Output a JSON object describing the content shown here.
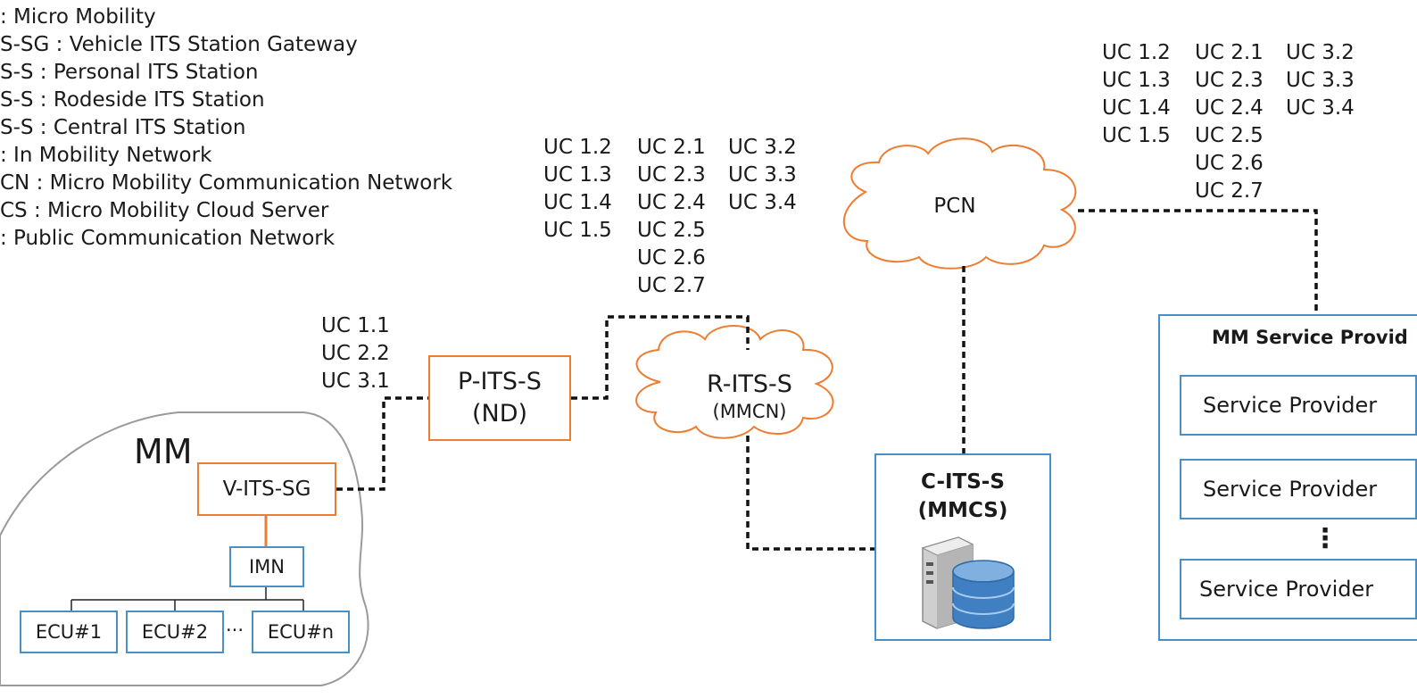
{
  "legend": [
    ": Micro Mobility",
    "S-SG : Vehicle ITS Station Gateway",
    "S-S : Personal ITS Station",
    "S-S : Rodeside ITS Station",
    "S-S : Central ITS Station",
    ": In Mobility Network",
    "CN : Micro Mobility Communication Network",
    "CS : Micro Mobility Cloud Server",
    ": Public Communication Network"
  ],
  "uc_groups": {
    "rsu": {
      "col1": "UC 1.2\nUC 1.3\nUC 1.4\nUC 1.5",
      "col2": "UC 2.1\nUC 2.3\nUC 2.4\nUC 2.5\nUC 2.6\nUC 2.7",
      "col3": "UC 3.2\nUC 3.3\nUC 3.4"
    },
    "pcn": {
      "col1": "UC 1.2\nUC 1.3\nUC 1.4\nUC 1.5",
      "col2": "UC 2.1\nUC 2.3\nUC 2.4\nUC 2.5\nUC 2.6\nUC 2.7",
      "col3": "UC 3.2\nUC 3.3\nUC 3.4"
    },
    "pits": "UC 1.1\nUC 2.2\nUC 3.1"
  },
  "nodes": {
    "mm_label": "MM",
    "v_its_sg": "V-ITS-SG",
    "imn": "IMN",
    "ecu1": "ECU#1",
    "ecu2": "ECU#2",
    "ecu_dots": "···",
    "ecun": "ECU#n",
    "p_its_s_line1": "P-ITS-S",
    "p_its_s_line2": "(ND)",
    "r_its_s_line1": "R-ITS-S",
    "r_its_s_line2": "(MMCN)",
    "pcn": "PCN",
    "c_its_s_line1": "C-ITS-S",
    "c_its_s_line2": "(MMCS)",
    "sp_title": "MM Service Provid",
    "sp1": "Service Provider",
    "sp2": "Service Provider",
    "sp_dots": "⋮",
    "sp3": "Service Provider"
  },
  "colors": {
    "orange": "#ed7d31",
    "blue": "#4a90c8",
    "cloud_stroke": "#ed7d31",
    "dashed": "#111111"
  },
  "icons": [
    "server-database-icon"
  ]
}
